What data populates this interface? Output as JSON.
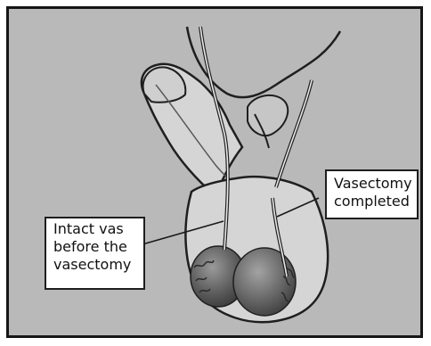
{
  "figure": {
    "labels": {
      "intact_vas": [
        "Intact vas",
        "before the",
        "vasectomy"
      ],
      "vasectomy_completed": [
        "Vasectomy",
        "completed"
      ]
    },
    "colors": {
      "background": "#b9b9b9",
      "tissue": "#d5d5d5",
      "outline": "#1f1f1f",
      "testis": "#5e5e5e"
    }
  }
}
